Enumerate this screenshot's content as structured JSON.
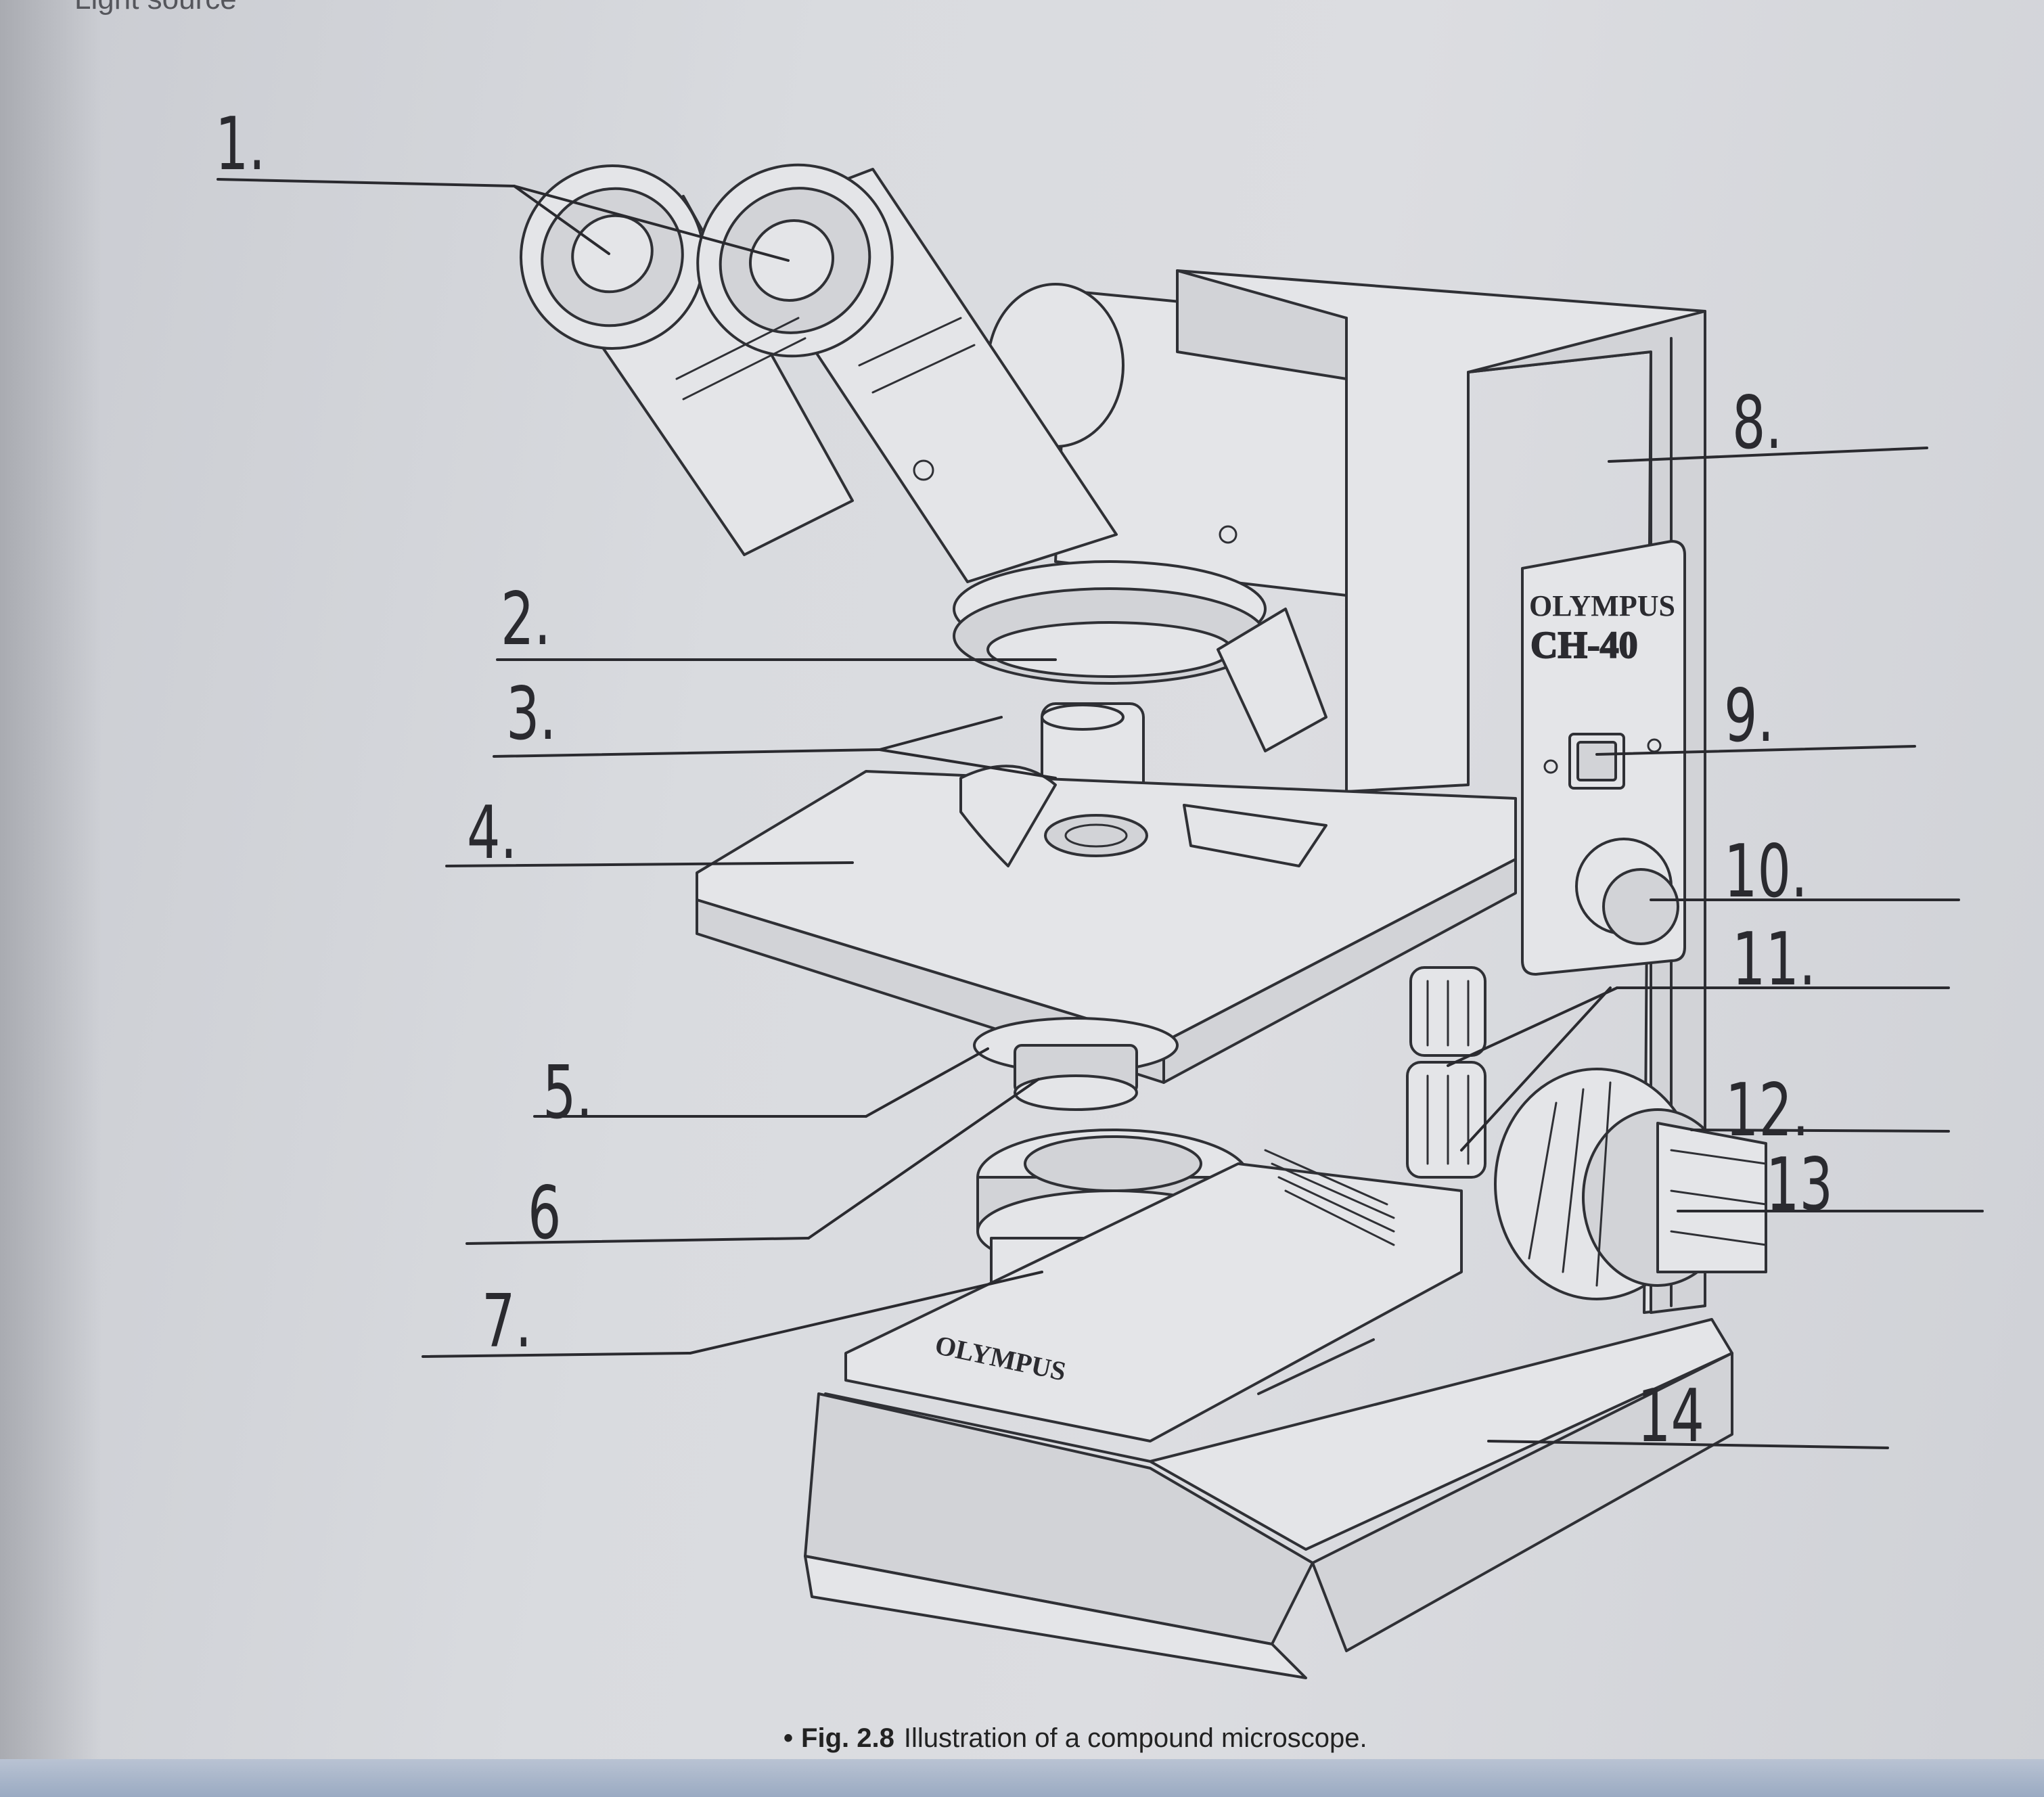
{
  "header_fragment": "Light source",
  "caption": {
    "bullet": "•",
    "fig_number": "Fig. 2.8",
    "text": "Illustration of a compound microscope."
  },
  "brand": {
    "arm_logo": "OLYMPUS",
    "model": "CH-40",
    "base_logo": "OLYMPUS"
  },
  "labels": [
    "1.",
    "2.",
    "3.",
    "4.",
    "5.",
    "6",
    "7.",
    "8.",
    "9.",
    "10.",
    "11.",
    "12.",
    "13",
    "14"
  ]
}
